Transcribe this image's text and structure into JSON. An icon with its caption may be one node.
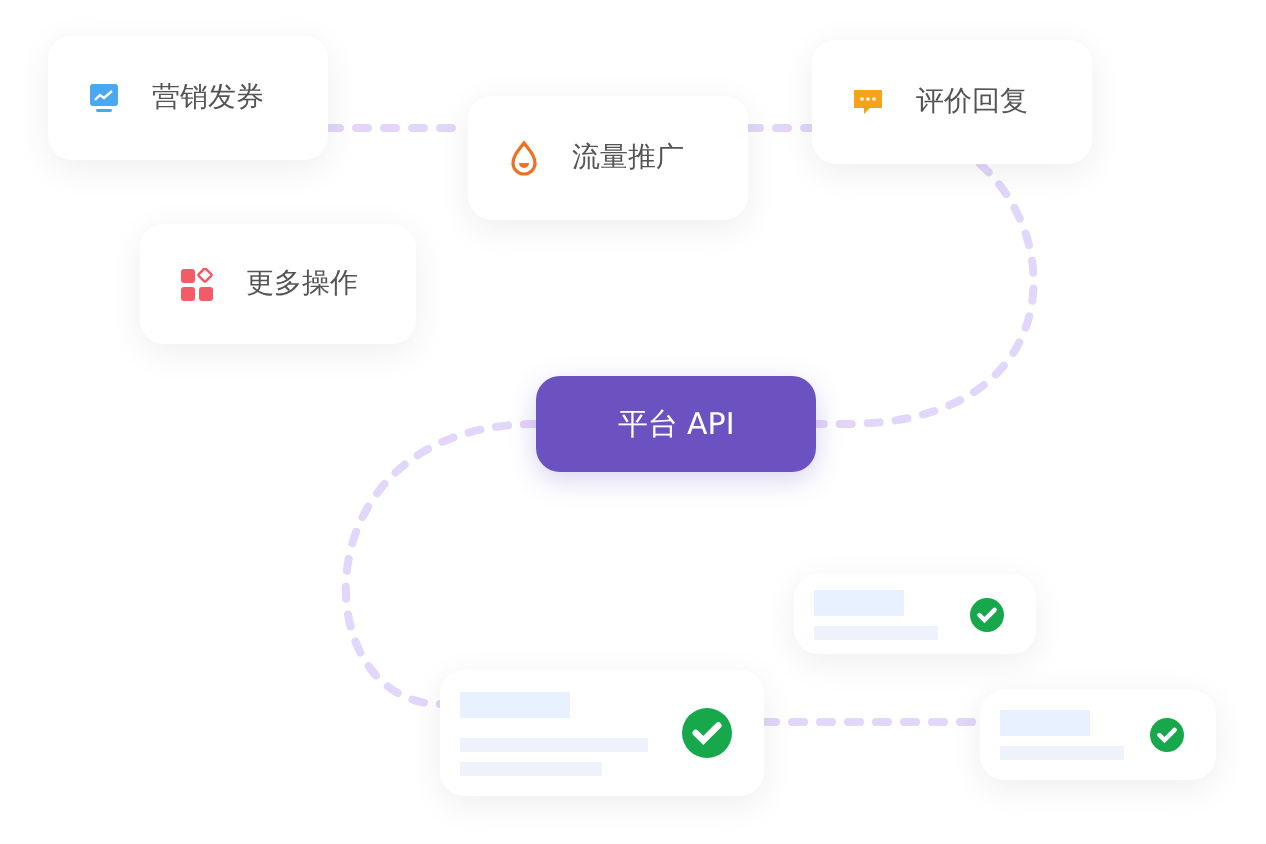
{
  "diagram": {
    "nodes": [
      {
        "text": [
          "营销发券"
        ]
      },
      {
        "text": [
          "流量推广"
        ]
      },
      {
        "text": [
          "评价回复"
        ]
      },
      {
        "text": [
          "更多操作"
        ]
      },
      {
        "text": [
          "平台 API"
        ]
      },
      {
        "text": [],
        "shape": "box"
      },
      {
        "text": [],
        "shape": "box"
      },
      {
        "text": [],
        "shape": "box"
      }
    ],
    "edges": [
      {
        "from": 0,
        "to": 1,
        "arrow": "none",
        "style": "dashed"
      },
      {
        "from": 1,
        "to": 2,
        "arrow": "none",
        "style": "dashed"
      },
      {
        "from": 2,
        "to": 4,
        "arrow": "none",
        "style": "dashed"
      },
      {
        "from": 4,
        "to": 5,
        "arrow": "none",
        "style": "dashed"
      },
      {
        "from": 5,
        "to": 7,
        "arrow": "none",
        "style": "dashed"
      }
    ]
  }
}
